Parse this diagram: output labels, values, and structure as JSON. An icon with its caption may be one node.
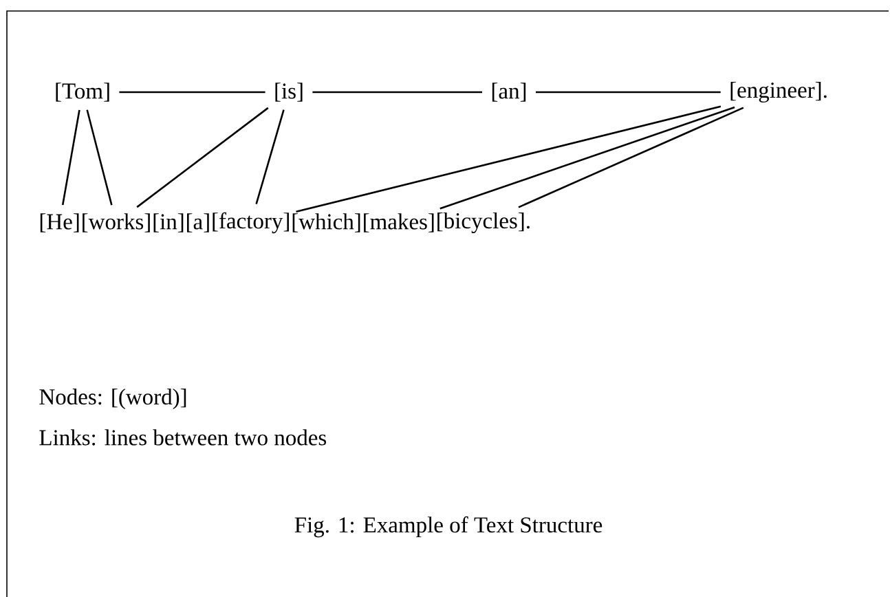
{
  "diagram": {
    "caption": "Fig. 1: Example of Text Structure",
    "nodes": [
      {
        "text": [
          "[Tom]"
        ]
      },
      {
        "text": [
          "[is]"
        ]
      },
      {
        "text": [
          "[an]"
        ]
      },
      {
        "text": [
          "[engineer]."
        ]
      },
      {
        "text": [
          "[He]"
        ]
      },
      {
        "text": [
          "[works]"
        ]
      },
      {
        "text": [
          "[in]"
        ]
      },
      {
        "text": [
          "[a]"
        ]
      },
      {
        "text": [
          "[factory]"
        ]
      },
      {
        "text": [
          "[which]"
        ]
      },
      {
        "text": [
          "[makes]"
        ]
      },
      {
        "text": [
          "[bicycles]."
        ]
      }
    ],
    "edges": [
      {
        "from": 0,
        "to": 1,
        "arrow": "none"
      },
      {
        "from": 1,
        "to": 2,
        "arrow": "none"
      },
      {
        "from": 2,
        "to": 3,
        "arrow": "none"
      },
      {
        "from": 0,
        "to": 4,
        "arrow": "none"
      },
      {
        "from": 0,
        "to": 5,
        "arrow": "none"
      },
      {
        "from": 1,
        "to": 5,
        "arrow": "none"
      },
      {
        "from": 1,
        "to": 8,
        "arrow": "none"
      },
      {
        "from": 3,
        "to": 8,
        "arrow": "none"
      },
      {
        "from": 3,
        "to": 10,
        "arrow": "none"
      },
      {
        "from": 3,
        "to": 11,
        "arrow": "none"
      }
    ],
    "labels": [
      "Nodes: [(word)]",
      "Links: lines between two nodes"
    ]
  }
}
